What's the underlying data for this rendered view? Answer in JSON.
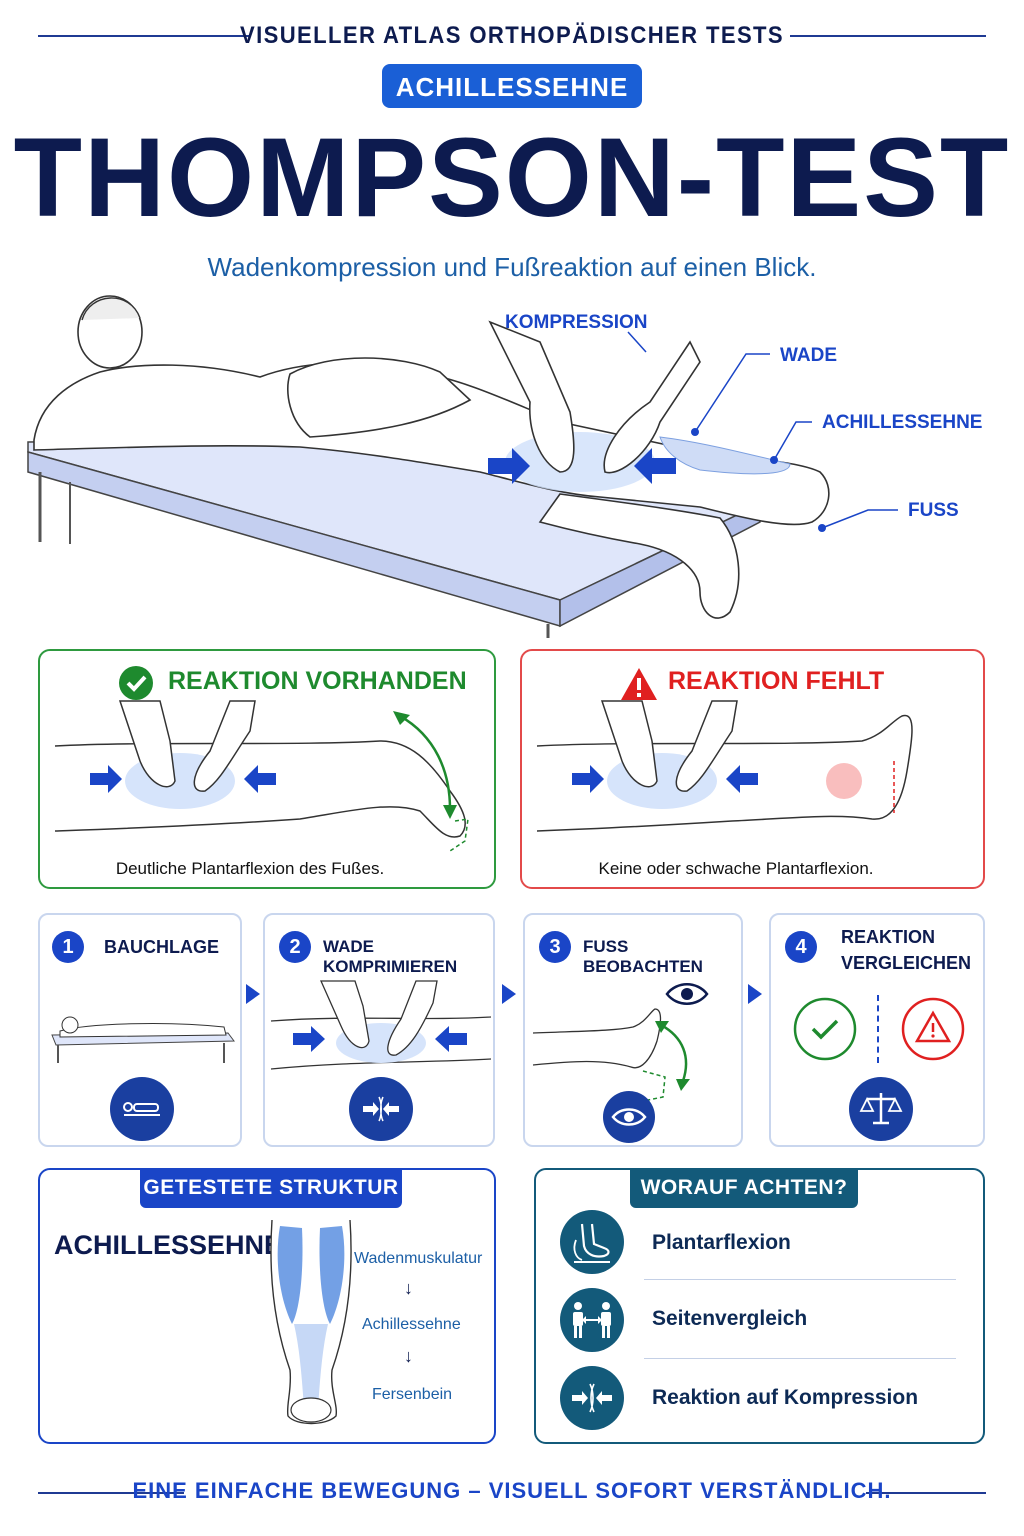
{
  "header": {
    "atlas_label": "VISUELLER ATLAS ORTHOPÄDISCHER TESTS",
    "category_pill": "ACHILLESSEHNE",
    "title": "THOMPSON-TEST",
    "subtitle": "Wadenkompression und Fußreaktion auf einen Blick."
  },
  "hero": {
    "labels": {
      "compression": "KOMPRESSION",
      "calf": "WADE",
      "tendon": "ACHILLESSEHNE",
      "foot": "FUSS"
    }
  },
  "results": {
    "positive": {
      "title": "REAKTION VORHANDEN",
      "caption": "Deutliche Plantarflexion des Fußes.",
      "color": "#1e8a2e"
    },
    "negative": {
      "title": "REAKTION FEHLT",
      "caption": "Keine oder schwache Plantarflexion.",
      "color": "#e02020"
    }
  },
  "steps": [
    {
      "number": "1",
      "label": "BAUCHLAGE"
    },
    {
      "number": "2",
      "label": "WADE KOMPRIMIEREN"
    },
    {
      "number": "3",
      "label": "FUSS BEOBACHTEN"
    },
    {
      "number": "4",
      "label_line1": "REAKTION",
      "label_line2": "VERGLEICHEN"
    }
  ],
  "structure": {
    "tab": "GETESTETE STRUKTUR",
    "name": "ACHILLESSEHNE",
    "chain": [
      "Wadenmuskulatur",
      "Achillessehne",
      "Fersenbein"
    ],
    "arrow": "↓"
  },
  "watch": {
    "tab": "WORAUF ACHTEN?",
    "items": [
      {
        "label": "Plantarflexion",
        "icon": "foot-flexion-icon"
      },
      {
        "label": "Seitenvergleich",
        "icon": "side-compare-icon"
      },
      {
        "label": "Reaktion auf Kompression",
        "icon": "compression-icon"
      }
    ]
  },
  "footer": {
    "tagline": "EINE EINFACHE BEWEGUNG – VISUELL SOFORT VERSTÄNDLICH."
  },
  "colors": {
    "navy": "#0d1b4f",
    "accent_blue": "#1a45c7",
    "teal": "#135a7a",
    "green": "#1e8a2e",
    "red": "#e02020"
  }
}
